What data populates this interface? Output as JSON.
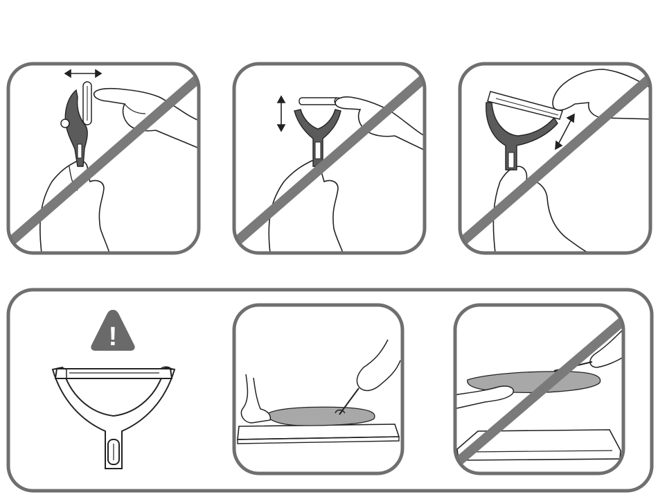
{
  "colors": {
    "frame": "#6f6f6f",
    "slash": "#7a7a7a",
    "line": "#222222",
    "handle": "#5b5b5b",
    "warning": "#6a6a6a",
    "vegetable": "#a8a8a8",
    "background": "#ffffff"
  },
  "panels": [
    {
      "id": "panel-1",
      "icon": "peeler-side-blade-removal",
      "prohibited": true,
      "arrow": "horizontal-double-arrow"
    },
    {
      "id": "panel-2",
      "icon": "peeler-blade-pull-up",
      "prohibited": true,
      "arrow": "vertical-double-arrow"
    },
    {
      "id": "panel-3",
      "icon": "y-peeler-blade-pull-diagonal",
      "prohibited": true,
      "arrow": "diagonal-double-arrow"
    },
    {
      "id": "panel-4",
      "icon": "peeling-on-cutting-board",
      "prohibited": false
    },
    {
      "id": "panel-5",
      "icon": "peeling-toward-hand",
      "prohibited": true
    }
  ],
  "warning": {
    "icon": "warning-triangle-icon",
    "symbol": "!"
  }
}
